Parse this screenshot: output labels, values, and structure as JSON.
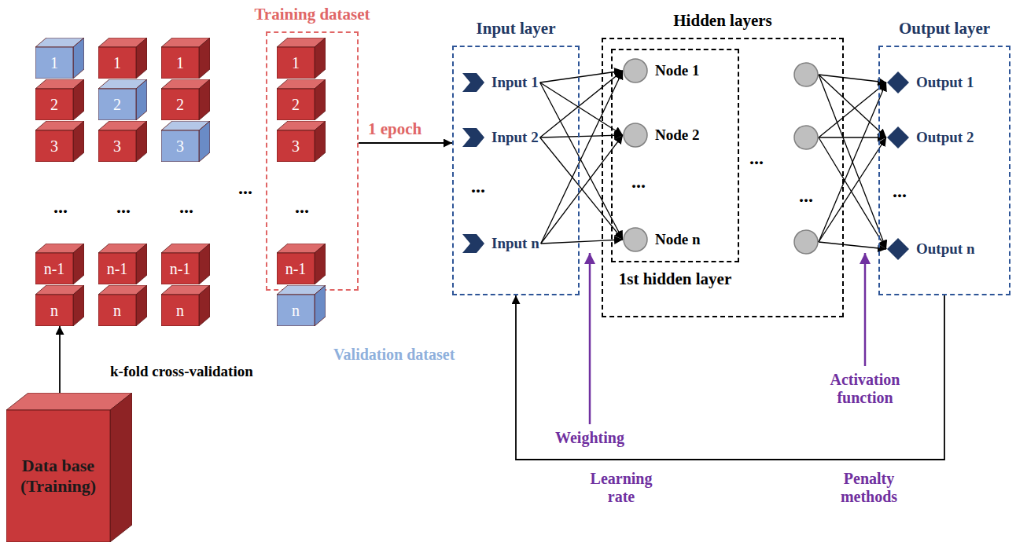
{
  "diagram": {
    "nodes": [
      {
        "text": [
          "1"
        ]
      },
      {
        "text": [
          "2"
        ]
      },
      {
        "text": [
          "3"
        ]
      },
      {
        "text": [
          "n-1"
        ]
      },
      {
        "text": [
          "n"
        ]
      },
      {
        "text": [
          "1"
        ]
      },
      {
        "text": [
          "2"
        ]
      },
      {
        "text": [
          "3"
        ]
      },
      {
        "text": [
          "n-1"
        ]
      },
      {
        "text": [
          "n"
        ]
      },
      {
        "text": [
          "1"
        ]
      },
      {
        "text": [
          "2"
        ]
      },
      {
        "text": [
          "3"
        ]
      },
      {
        "text": [
          "n-1"
        ]
      },
      {
        "text": [
          "n"
        ]
      },
      {
        "text": [
          "Training dataset"
        ]
      },
      {
        "text": [
          "1"
        ],
        "in": 15
      },
      {
        "text": [
          "2"
        ],
        "in": 15
      },
      {
        "text": [
          "3"
        ],
        "in": 15
      },
      {
        "text": [
          "n-1"
        ],
        "in": 15
      },
      {
        "text": [
          "n"
        ]
      },
      {
        "text": [
          "Data base (Training)"
        ]
      },
      {
        "text": [
          "Input layer"
        ]
      },
      {
        "text": [
          "Input 1"
        ],
        "in": 22
      },
      {
        "text": [
          "Input 2"
        ],
        "in": 22
      },
      {
        "text": [
          "Input n"
        ],
        "in": 22
      },
      {
        "text": [
          "Hidden layers"
        ]
      },
      {
        "text": [
          "1st hidden layer"
        ],
        "in": 26
      },
      {
        "text": [
          "Node 1"
        ],
        "in": 27
      },
      {
        "text": [
          "Node 2"
        ],
        "in": 27
      },
      {
        "text": [
          "Node n"
        ],
        "in": 27
      },
      {
        "text": [
          "Output layer"
        ]
      },
      {
        "text": [
          "Output 1"
        ],
        "in": 31
      },
      {
        "text": [
          "Output 2"
        ],
        "in": 31
      },
      {
        "text": [
          "Output n"
        ],
        "in": 31
      }
    ],
    "edges": [
      {
        "from": 21,
        "to": 4,
        "arrow": "to",
        "label": "k-fold cross-validation"
      },
      {
        "from": 15,
        "to": 22,
        "arrow": "to",
        "label": "1 epoch"
      },
      {
        "from": 23,
        "to": 28,
        "arrow": "to"
      },
      {
        "from": 23,
        "to": 29,
        "arrow": "to"
      },
      {
        "from": 23,
        "to": 30,
        "arrow": "to"
      },
      {
        "from": 24,
        "to": 28,
        "arrow": "to"
      },
      {
        "from": 24,
        "to": 29,
        "arrow": "to"
      },
      {
        "from": 24,
        "to": 30,
        "arrow": "to"
      },
      {
        "from": 25,
        "to": 28,
        "arrow": "to"
      },
      {
        "from": 25,
        "to": 29,
        "arrow": "to"
      },
      {
        "from": 25,
        "to": 30,
        "arrow": "to"
      },
      {
        "from": 31,
        "to": 22,
        "arrow": "to"
      }
    ],
    "labels": [
      "...",
      "...",
      "...",
      "...",
      "...",
      "Validation dataset",
      "...",
      "...",
      "...",
      "...",
      "...",
      "Weighting",
      "Activation function",
      "Learning rate",
      "Penalty methods"
    ]
  }
}
